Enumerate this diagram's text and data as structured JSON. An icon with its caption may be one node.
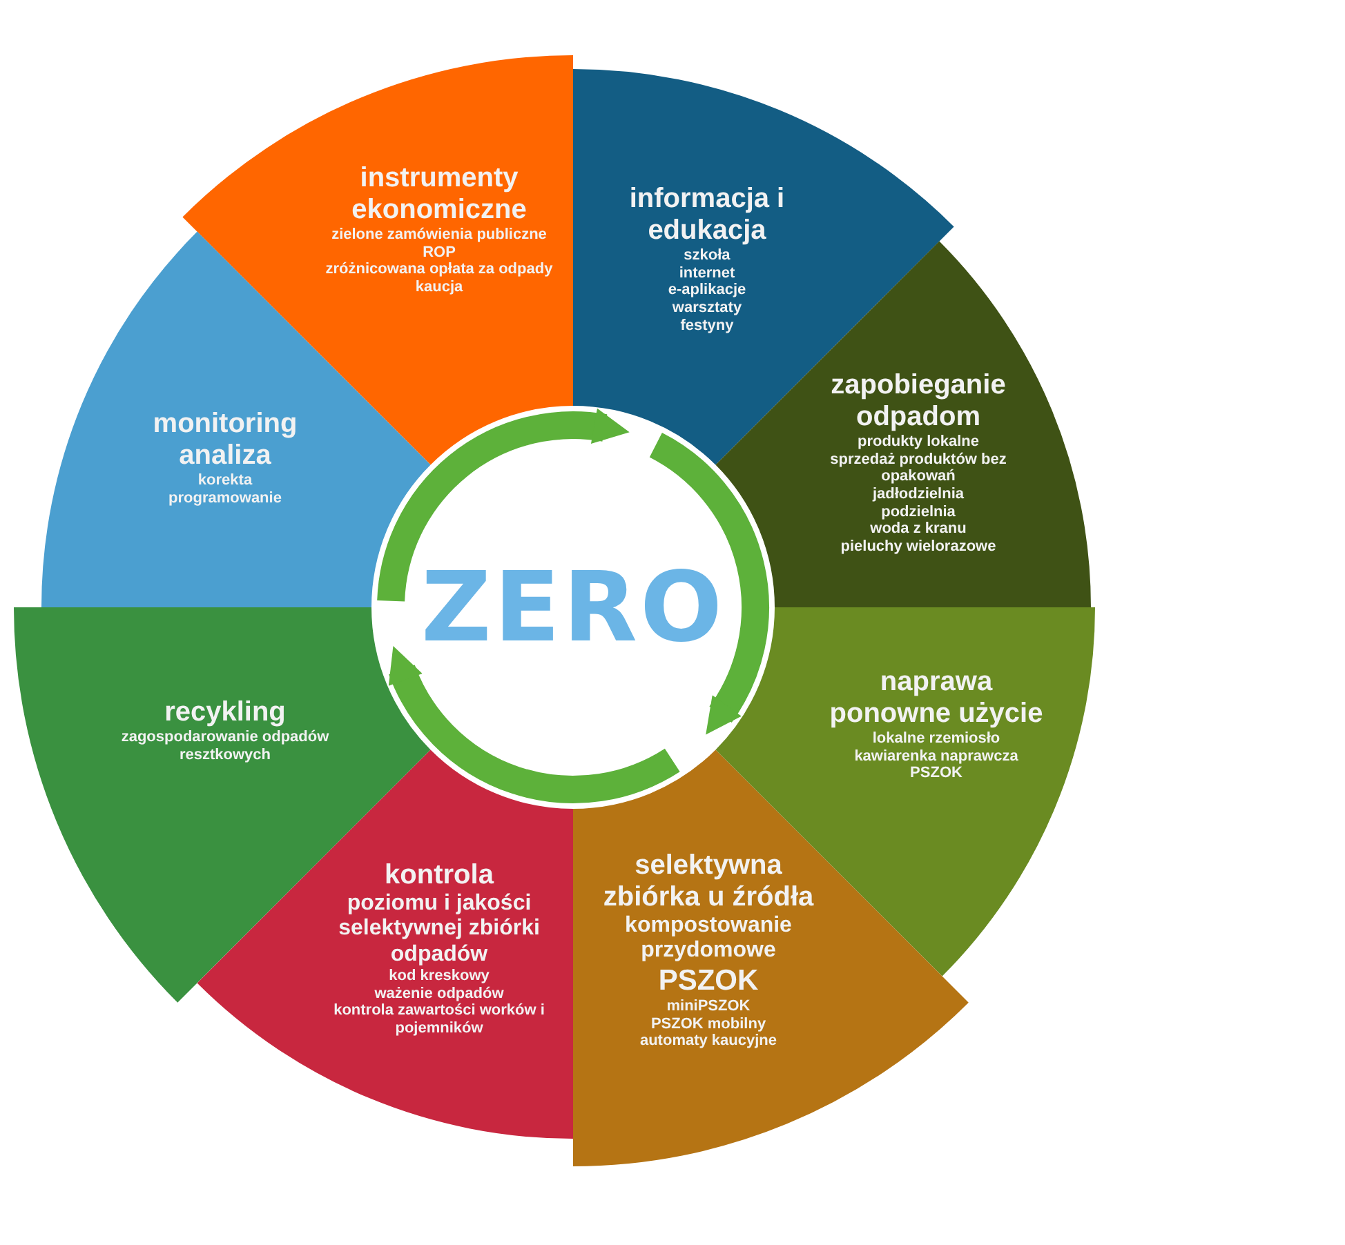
{
  "diagram": {
    "nodes": [
      {
        "text": [
          "instrumenty ekonomiczne",
          "zielone zamówienia publiczne",
          "ROP",
          "zróżnicowana opłata za odpady",
          "kaucja"
        ]
      },
      {
        "text": [
          "informacja i edukacja",
          "szkoła",
          "internet",
          "e-aplikacje",
          "warsztaty",
          "festyny"
        ]
      },
      {
        "text": [
          "monitoring analiza",
          "korekta",
          "programowanie"
        ]
      },
      {
        "text": [
          "zapobieganie odpadom",
          "produkty lokalne",
          "sprzedaż produktów bez opakowań",
          "jadłodzielnia",
          "podzielnia",
          "woda z kranu",
          "pieluchy wielorazowe"
        ]
      },
      {
        "text": [
          "ZERO"
        ]
      },
      {
        "text": [
          "recykling",
          "zagospodarowanie odpadów resztkowych"
        ]
      },
      {
        "text": [
          "naprawa ponowne użycie",
          "lokalne rzemiosło",
          "kawiarenka naprawcza",
          "PSZOK"
        ]
      },
      {
        "text": [
          "kontrola",
          "poziomu i jakości selektywnej zbiórki odpadów",
          "kod kreskowy",
          "ważenie odpadów",
          "kontrola zawartości worków i pojemników"
        ]
      },
      {
        "text": [
          "selektywna zbiórka u źródła",
          "kompostowanie przydomowe",
          "PSZOK",
          "miniPSZOK",
          "PSZOK mobilny",
          "automaty kaucyjne"
        ]
      }
    ]
  }
}
